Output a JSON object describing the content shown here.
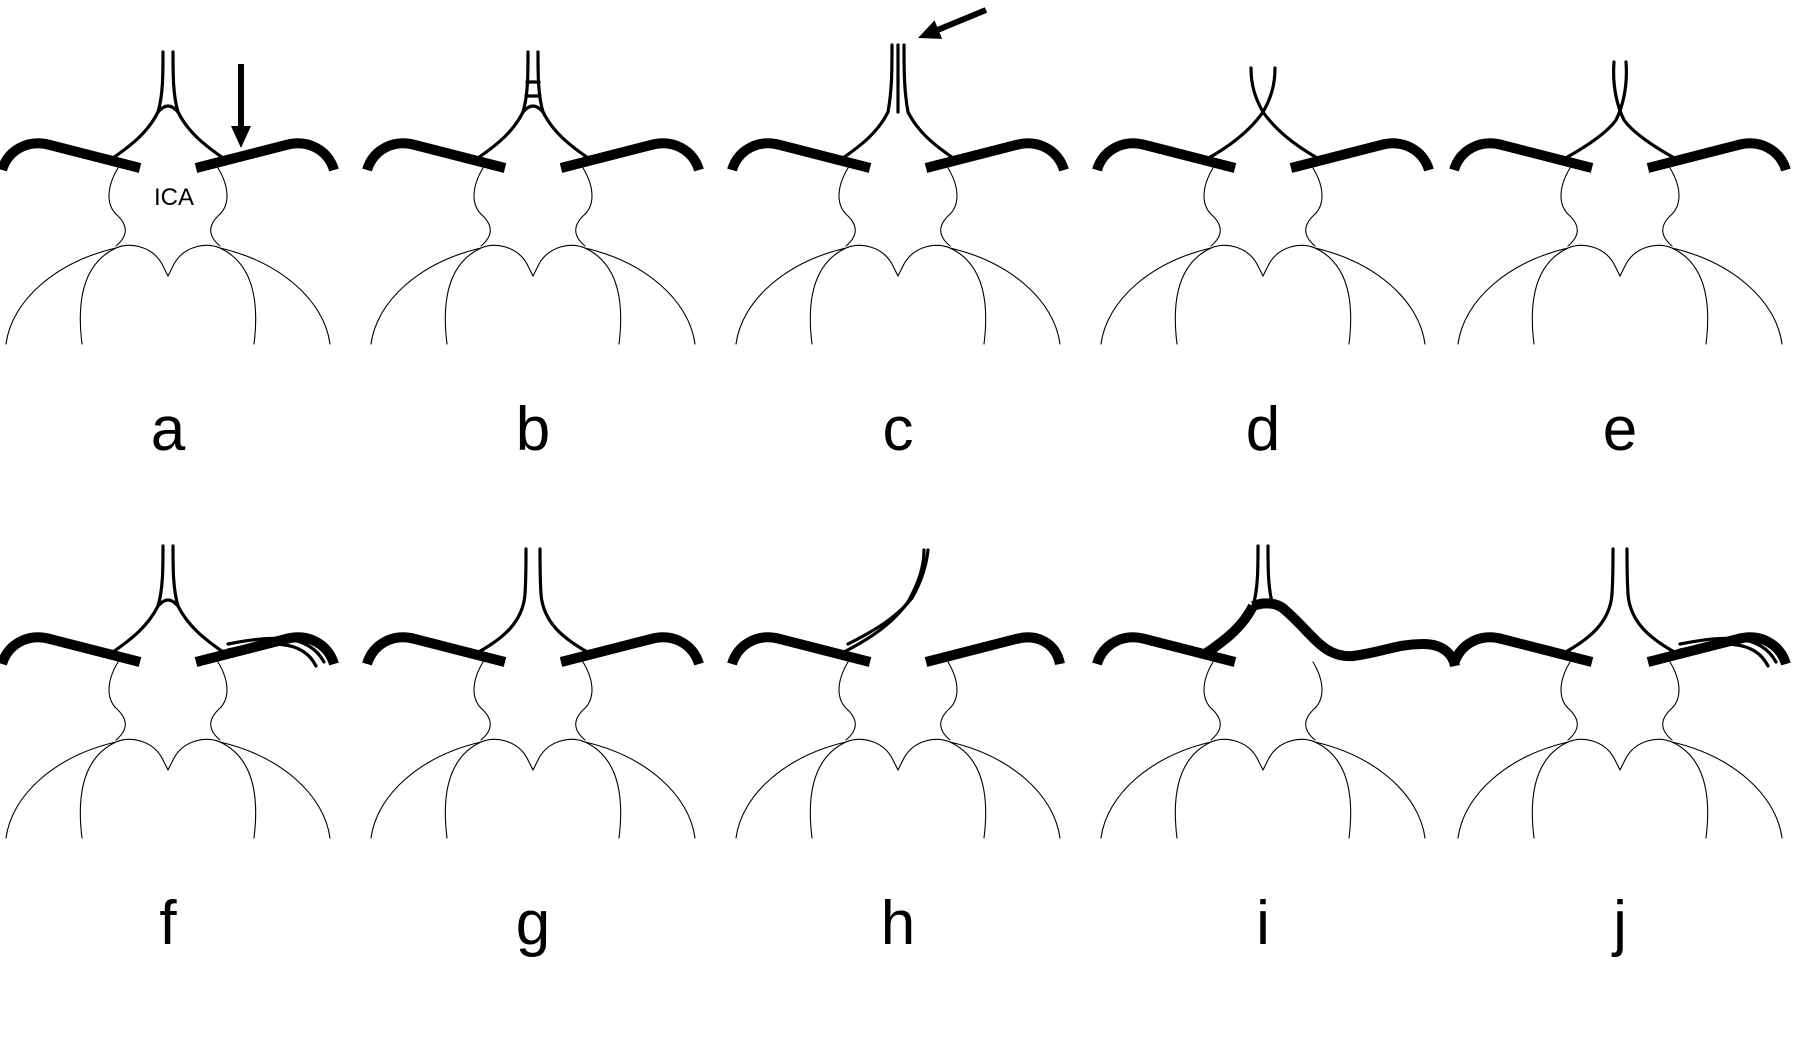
{
  "figure": {
    "panels": [
      {
        "id": "a",
        "label": "a",
        "variant": "normal-duplex-aca",
        "arrow": "down-at-right-a1",
        "annotation": "ICA"
      },
      {
        "id": "b",
        "label": "b",
        "variant": "duplex-aca-with-acom-bridge"
      },
      {
        "id": "c",
        "label": "c",
        "variant": "parallel-fused-aca",
        "arrow": "diagonal-at-aca-top"
      },
      {
        "id": "d",
        "label": "d",
        "variant": "crossed-aca-short"
      },
      {
        "id": "e",
        "label": "e",
        "variant": "crossed-aca-single"
      },
      {
        "id": "f",
        "label": "f",
        "variant": "duplex-aca-right-a1-doubled"
      },
      {
        "id": "g",
        "label": "g",
        "variant": "separate-aca-no-acom"
      },
      {
        "id": "h",
        "label": "h",
        "variant": "aca-from-left-only-right-a1-absent"
      },
      {
        "id": "i",
        "label": "i",
        "variant": "duplex-aca-heavy-right-loop"
      },
      {
        "id": "j",
        "label": "j",
        "variant": "separate-aca-right-a1-doubled"
      }
    ]
  }
}
